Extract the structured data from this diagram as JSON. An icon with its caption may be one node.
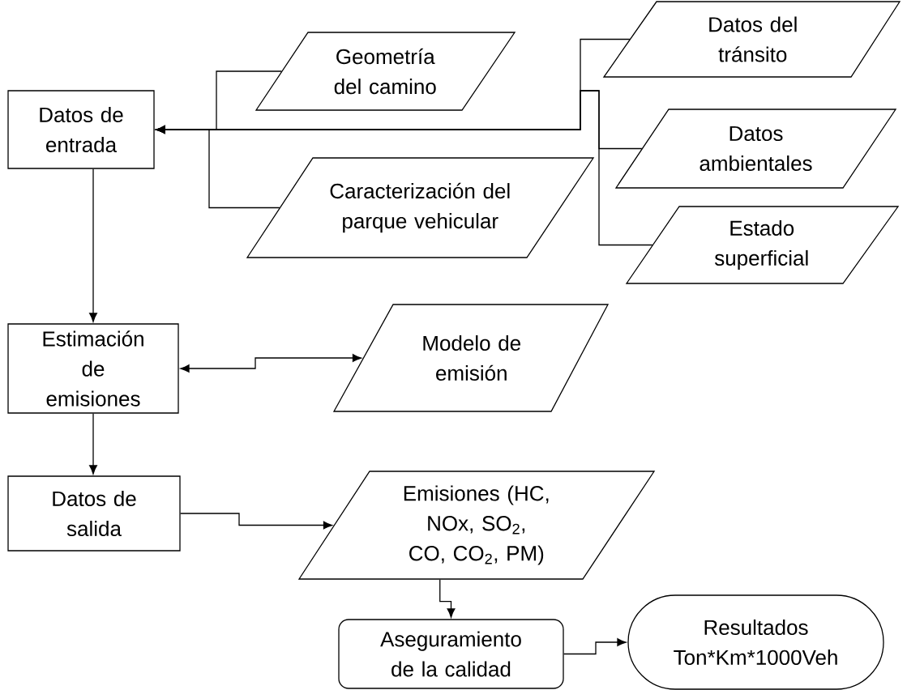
{
  "diagram": {
    "nodes": [
      {
        "text": [
          "Datos de entrada"
        ]
      },
      {
        "text": [
          "Geometría del camino"
        ]
      },
      {
        "text": [
          "Datos del tránsito"
        ]
      },
      {
        "text": [
          "Caracterización del parque vehicular"
        ]
      },
      {
        "text": [
          "Datos ambientales"
        ]
      },
      {
        "text": [
          "Estado superficial"
        ]
      },
      {
        "text": [
          "Estimación de emisiones"
        ]
      },
      {
        "text": [
          "Modelo de emisión"
        ]
      },
      {
        "text": [
          "Datos de salida"
        ]
      },
      {
        "text": [
          "Emisiones (HC, NOx, SO$_{2}$, CO, CO$_{2}$, PM)"
        ]
      },
      {
        "text": [
          "Aseguramiento de la calidad"
        ]
      },
      {
        "text": [
          "Resultados Ton*Km*1000Veh"
        ]
      }
    ],
    "edges": [
      {
        "from": 1,
        "to": 0,
        "arrow": "to"
      },
      {
        "from": 2,
        "to": 0,
        "arrow": "to"
      },
      {
        "from": 3,
        "to": 0,
        "arrow": "to"
      },
      {
        "from": 4,
        "to": 0,
        "arrow": "to"
      },
      {
        "from": 5,
        "to": 0,
        "arrow": "to"
      },
      {
        "from": 0,
        "to": 6,
        "arrow": "to"
      },
      {
        "from": 6,
        "to": 7,
        "arrow": "both"
      },
      {
        "from": 6,
        "to": 8,
        "arrow": "to"
      },
      {
        "from": 8,
        "to": 9,
        "arrow": "to"
      },
      {
        "from": 9,
        "to": 10,
        "arrow": "to"
      },
      {
        "from": 10,
        "to": 11,
        "arrow": "to"
      }
    ]
  }
}
